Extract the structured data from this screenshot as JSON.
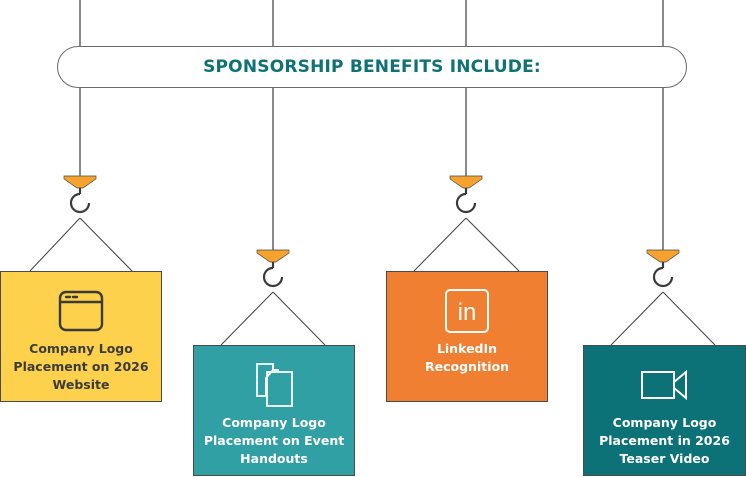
{
  "banner": {
    "title": "SPONSORSHIP BENEFITS INCLUDE:"
  },
  "colors": {
    "title_teal": "#0e7277",
    "hook_orange": "#f5a22e",
    "line_gray": "#4a4a4a"
  },
  "benefits": [
    {
      "label": "Company Logo Placement on 2026 Website",
      "icon": "browser-window-icon",
      "color": "#fdd14b"
    },
    {
      "label": "Company Logo Placement on Event Handouts",
      "icon": "documents-icon",
      "color": "#31a0a5"
    },
    {
      "label": "LinkedIn Recognition",
      "icon": "linkedin-icon",
      "color": "#f07f32"
    },
    {
      "label": "Company Logo Placement in 2026 Teaser Video",
      "icon": "video-camera-icon",
      "color": "#0c7277"
    }
  ]
}
